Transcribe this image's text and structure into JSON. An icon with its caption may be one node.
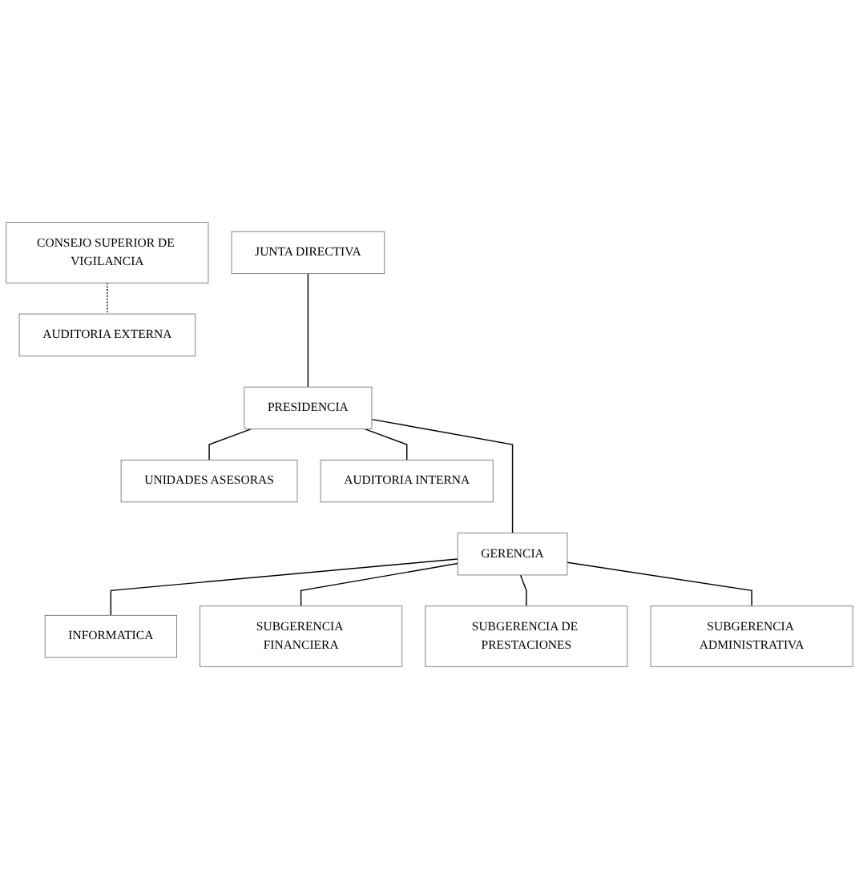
{
  "diagram": {
    "nodes": [
      {
        "text": [
          "JUNTA DIRECTIVA"
        ]
      },
      {
        "text": [
          "CONSEJO SUPERIOR DE VIGILANCIA"
        ]
      },
      {
        "text": [
          "AUDITORIA EXTERNA"
        ]
      },
      {
        "text": [
          "PRESIDENCIA"
        ]
      },
      {
        "text": [
          "UNIDADES ASESORAS"
        ]
      },
      {
        "text": [
          "AUDITORIA INTERNA"
        ]
      },
      {
        "text": [
          "GERENCIA"
        ]
      },
      {
        "text": [
          "INFORMATICA"
        ]
      },
      {
        "text": [
          "SUBGERENCIA FINANCIERA"
        ]
      },
      {
        "text": [
          "SUBGERENCIA DE PRESTACIONES"
        ]
      },
      {
        "text": [
          "SUBGERENCIA ADMINISTRATIVA"
        ]
      }
    ],
    "edges": [
      {
        "from": 0,
        "to": 3,
        "arrow": "none"
      },
      {
        "from": 1,
        "to": 2,
        "arrow": "none",
        "style": "dashed"
      },
      {
        "from": 3,
        "to": 6,
        "arrow": "none"
      },
      {
        "from": 3,
        "to": 4,
        "arrow": "none"
      },
      {
        "from": 3,
        "to": 5,
        "arrow": "none"
      },
      {
        "from": 6,
        "to": 7,
        "arrow": "none"
      },
      {
        "from": 6,
        "to": 8,
        "arrow": "none"
      },
      {
        "from": 6,
        "to": 9,
        "arrow": "none"
      },
      {
        "from": 6,
        "to": 10,
        "arrow": "none"
      }
    ]
  }
}
